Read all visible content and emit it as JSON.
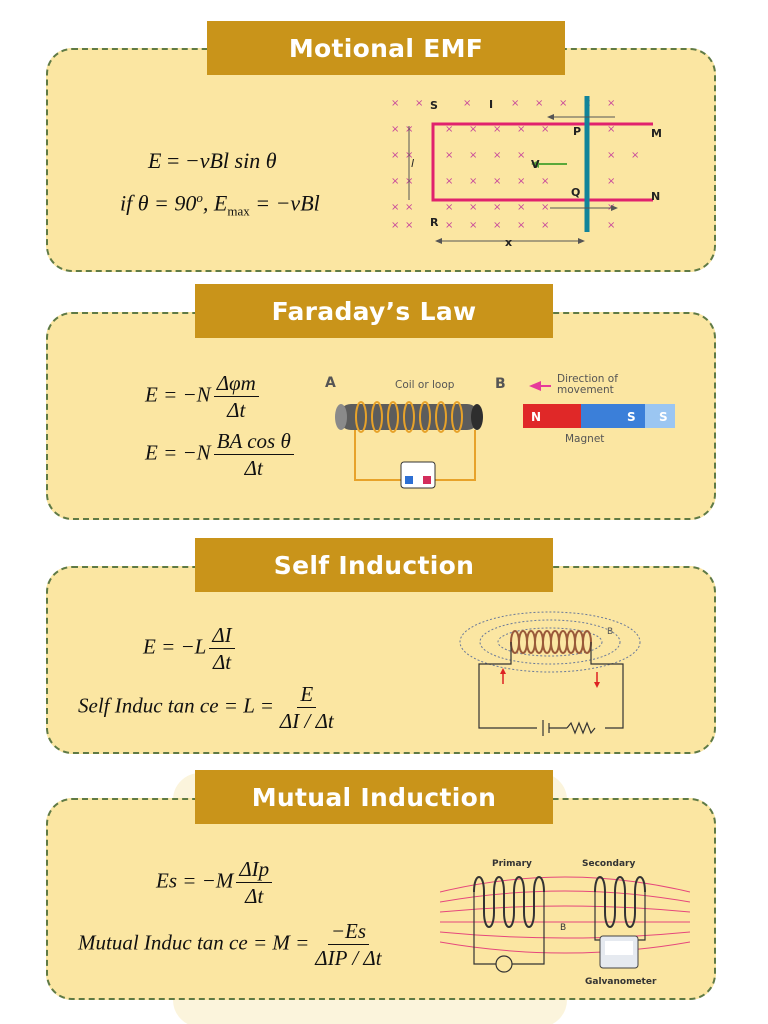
{
  "sections": [
    {
      "title": "Motional EMF",
      "equations": [
        "E = −vBl sin θ",
        "if θ = 90º, Emax = −vBl"
      ],
      "eq1": {
        "lhs": "E",
        "op": "=",
        "rhs": "−vBl sin θ"
      },
      "eq2": {
        "pre": "if θ = 90",
        "deg": "o",
        "mid": ", E",
        "sub": "max",
        "post": " = −vBl"
      },
      "diagram_labels": {
        "S": "S",
        "I": "I",
        "P": "P",
        "M": "M",
        "V": "V",
        "Q": "Q",
        "N": "N",
        "R": "R",
        "x": "x",
        "l": "l"
      }
    },
    {
      "title": "Faraday’s Law",
      "eq1": {
        "lhs": "E = −N",
        "num": "Δφm",
        "den": "Δt"
      },
      "eq2": {
        "lhs": "E = −N",
        "num": "BA cos θ",
        "den": "Δt"
      },
      "diagram_labels": {
        "A": "A",
        "B": "B",
        "coil": "Coil or loop",
        "dir1": "Direction of",
        "dir2": "movement",
        "magnet": "Magnet",
        "mN": "N",
        "mS": "S",
        "mS2": "S"
      }
    },
    {
      "title": "Self Induction",
      "eq1": {
        "lhs": "E = −L",
        "num": "ΔI",
        "den": "Δt"
      },
      "eq2": {
        "lhs": "Self Induc tan ce = L =",
        "num": "E",
        "den": "ΔI / Δt"
      },
      "diagram_labels": {
        "B": "B"
      }
    },
    {
      "title": "Mutual Induction",
      "eq1": {
        "lhs": "Es = −M",
        "num": "ΔIp",
        "den": "Δt"
      },
      "eq2": {
        "lhs": "Mutual Induc tan ce = M =",
        "num": "−Es",
        "den": "ΔIP / Δt"
      },
      "diagram_labels": {
        "primary": "Primary",
        "secondary": "Secondary",
        "B": "B",
        "galv": "Galvanometer"
      }
    }
  ],
  "watermark_color": "#f6d87a",
  "colors": {
    "card_bg": "#fbe6a2",
    "banner_bg": "#c9941a",
    "card_border": "#5f7a45"
  }
}
